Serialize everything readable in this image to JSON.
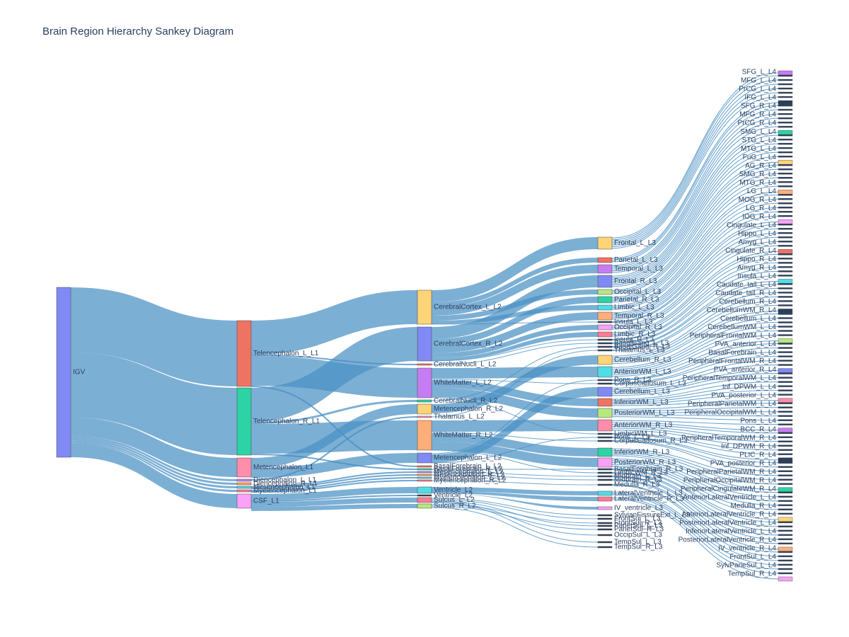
{
  "title": "Brain Region Hierarchy Sankey Diagram",
  "chart_data": {
    "type": "sankey",
    "link_color": "#4a90c4",
    "root": "IGV",
    "levels": [
      {
        "name": "IGV",
        "value": 100,
        "color": "#8089f4"
      },
      {
        "name": "Telencephalon_L_L1",
        "value": 38,
        "color": "#ef7363"
      },
      {
        "name": "Telencephalon_R_L1",
        "value": 38,
        "color": "#2dd3a5"
      },
      {
        "name": "Metencephalon_L1",
        "value": 11,
        "color": "#ff8dab"
      },
      {
        "name": "Diencephalon_L_L1",
        "value": 1.2,
        "color": "#c67cf2"
      },
      {
        "name": "Diencephalon_R_L1",
        "value": 1.2,
        "color": "#ffa25c"
      },
      {
        "name": "Mesencephalon_L1",
        "value": 1.0,
        "color": "#5bcfe6"
      },
      {
        "name": "Myelencephalon_L1",
        "value": 0.8,
        "color": "#ff7b91"
      },
      {
        "name": "CSF_L1",
        "value": 8,
        "color": "#f9a2f7"
      }
    ],
    "nodes_l1_to_l2": [
      {
        "name": "CerebralCortex_L_L2",
        "parent": "Telencephalon_L_L1",
        "value": 20,
        "color": "#fdd477"
      },
      {
        "name": "CerebralCortex_R_L2",
        "parent": "Telencephalon_R_L1",
        "value": 20,
        "color": "#8089f4"
      },
      {
        "name": "CerebralNucli_L_L2",
        "parent": "Telencephalon_L_L1",
        "value": 1.5,
        "color": "#ef7363"
      },
      {
        "name": "WhiteMatter_L_L2",
        "parent": "Telencephalon_L_L1",
        "value": 17.5,
        "color": "#c67cf2"
      },
      {
        "name": "CerebralNucli_R_L2",
        "parent": "Telencephalon_R_L1",
        "value": 1.5,
        "color": "#2dd3a5"
      },
      {
        "name": "Metencephalon_R_L2",
        "parent": "Metencephalon_L1",
        "value": 5.5,
        "color": "#fdd477"
      },
      {
        "name": "Thalamus_L_L2",
        "parent": "Diencephalon_L_L1",
        "value": 0.6,
        "color": "#ff8dab"
      },
      {
        "name": "WhiteMatter_R_L2",
        "parent": "Telencephalon_R_L1",
        "value": 17.5,
        "color": "#ffae7a"
      },
      {
        "name": "Metencephalon_L_L2",
        "parent": "Metencephalon_L1",
        "value": 5.5,
        "color": "#8089f4"
      },
      {
        "name": "BasalForebrain_L_L2",
        "parent": "Telencephalon_L_L1",
        "value": 0.4,
        "color": "#ef7363"
      },
      {
        "name": "BasalForebrain_R_L2",
        "parent": "Telencephalon_R_L1",
        "value": 0.4,
        "color": "#2dd3a5"
      },
      {
        "name": "Mesencephalon_L_L2",
        "parent": "Mesencephalon_L1",
        "value": 0.5,
        "color": "#c67cf2"
      },
      {
        "name": "Mesencephalon_R_L2",
        "parent": "Mesencephalon_L1",
        "value": 0.5,
        "color": "#ffa25c"
      },
      {
        "name": "Myelencephalon_L_L2",
        "parent": "Myelencephalon_L1",
        "value": 0.4,
        "color": "#5bcfe6"
      },
      {
        "name": "Myelencephalon_R_L2",
        "parent": "Myelencephalon_L1",
        "value": 0.4,
        "color": "#ff7b91"
      },
      {
        "name": "Ventricle_L2",
        "parent": "CSF_L1",
        "value": 3,
        "color": "#4fdde8"
      },
      {
        "name": "Ventricle_L2",
        "parent": "CSF_L1",
        "value": 0.4,
        "color": "#2a3f5f"
      },
      {
        "name": "Sulcus_L_L2",
        "parent": "CSF_L1",
        "value": 2,
        "color": "#ff7b91"
      },
      {
        "name": "Sulcus_R_L2",
        "parent": "CSF_L1",
        "value": 2,
        "color": "#b6e880"
      }
    ],
    "nodes_l3": [
      {
        "name": "Frontal_L_L3",
        "color": "#fdd477"
      },
      {
        "name": "Parietal_L_L3",
        "color": "#ef7363"
      },
      {
        "name": "Temporal_L_L3",
        "color": "#c67cf2"
      },
      {
        "name": "Frontal_R_L3",
        "color": "#8089f4"
      },
      {
        "name": "Occipital_L_L3",
        "color": "#b6e880"
      },
      {
        "name": "Parietal_R_L3",
        "color": "#2dd3a5"
      },
      {
        "name": "Limbic_L_L3",
        "color": "#4fdde8"
      },
      {
        "name": "Temporal_R_L3",
        "color": "#ffae7a"
      },
      {
        "name": "Insula_L_L3",
        "color": "#2a3f5f"
      },
      {
        "name": "Occipital_R_L3",
        "color": "#f9a2f7"
      },
      {
        "name": "Limbic_R_L3",
        "color": "#ff7b91"
      },
      {
        "name": "Insula_R_L3",
        "color": "#2a3f5f"
      },
      {
        "name": "BasalGang_L_L3",
        "color": "#2a3f5f"
      },
      {
        "name": "BasalGang_R_L3",
        "color": "#2a3f5f"
      },
      {
        "name": "Thalamus_L_L3",
        "color": "#2a3f5f"
      },
      {
        "name": "Cerebellum_R_L3",
        "color": "#fdd477"
      },
      {
        "name": "AnteriorWM_L_L3",
        "color": "#4fdde8"
      },
      {
        "name": "Pons_R_L3",
        "color": "#2a3f5f"
      },
      {
        "name": "CorpusCallosum_L_L3",
        "color": "#2a3f5f"
      },
      {
        "name": "Cerebellum_L_L3",
        "color": "#8089f4"
      },
      {
        "name": "InferiorWM_L_L3",
        "color": "#ef7363"
      },
      {
        "name": "PosteriorWM_L_L3",
        "color": "#b6e880"
      },
      {
        "name": "AnteriorWM_R_L3",
        "color": "#ff8dab"
      },
      {
        "name": "LimbicWM_L_L3",
        "color": "#2a3f5f"
      },
      {
        "name": "Pons_L_L3",
        "color": "#2a3f5f"
      },
      {
        "name": "CorpusCallosum_R_L3",
        "color": "#2a3f5f"
      },
      {
        "name": "InferiorWM_R_L3",
        "color": "#2dd3a5"
      },
      {
        "name": "PosteriorWM_R_L3",
        "color": "#f9a2f7"
      },
      {
        "name": "BasalForebrain_R_L3",
        "color": "#2a3f5f"
      },
      {
        "name": "LimbicWM_R_L3",
        "color": "#2a3f5f"
      },
      {
        "name": "Midbrain_L_L3",
        "color": "#2a3f5f"
      },
      {
        "name": "Midbrain_R_L3",
        "color": "#2a3f5f"
      },
      {
        "name": "Medulla_R_L3",
        "color": "#2a3f5f"
      },
      {
        "name": "LateralVentricle_L_L3",
        "color": "#4fdde8"
      },
      {
        "name": "LateralVentricle_R_L3",
        "color": "#ff7b91"
      },
      {
        "name": "IV_ventricle_L3",
        "color": "#f9a2f7"
      },
      {
        "name": "SylvianFissureExt_L_L3",
        "color": "#2a3f5f"
      },
      {
        "name": "FrontSul_L_L3",
        "color": "#2a3f5f"
      },
      {
        "name": "FrontSul_R_L3",
        "color": "#2a3f5f"
      },
      {
        "name": "ParietSul_L_L3",
        "color": "#2a3f5f"
      },
      {
        "name": "ParietSul_R_L3",
        "color": "#2a3f5f"
      },
      {
        "name": "OccipSul_L_L3",
        "color": "#2a3f5f"
      },
      {
        "name": "TempSul_L_L3",
        "color": "#2a3f5f"
      },
      {
        "name": "TempSul_R_L3",
        "color": "#2a3f5f"
      }
    ],
    "nodes_l4_labels": [
      "SFG_L_L4",
      "MFG_L_L4",
      "PrCG_L_L4",
      "IFG_L_L4",
      "SFG_R_L4",
      "MFG_R_L4",
      "PrCG_R_L4",
      "SMG_L_L4",
      "STG_L_L4",
      "MTG_L_L4",
      "FuG_L_L4",
      "AG_R_L4",
      "SMG_R_L4",
      "MTG_R_L4",
      "LG_L_L4",
      "MOG_R_L4",
      "LG_R_L4",
      "IOG_R_L4",
      "Cingulate_L_L4",
      "Hippo_L_L4",
      "Amyg_L_L4",
      "Cingulate_R_L4",
      "Hippo_R_L4",
      "Amyg_R_L4",
      "Insula_L_L4",
      "Caudate_tail_L_L4",
      "Caudate_tail_R_L4",
      "Cerebellum_R_L4",
      "CerebellumWM_R_L4",
      "Cerebellum_L_L4",
      "CerebellumWM_L_L4",
      "PeripheralFrontalWM_L_L4",
      "PVA_anterior_L_L4",
      "BasalForebrain_L_L4",
      "PeripheralFrontalWM_R_L4",
      "PVA_anterior_R_L4",
      "PeripheralTemporalWM_L_L4",
      "Inf_DPWM_L_L4",
      "PVA_posterior_L_L4",
      "PeripheralParietalWM_L_L4",
      "PeripheralOccipitalWM_L_L4",
      "Pons_L_L4",
      "BCC_R_L4",
      "PeripheralTemporalWM_R_L4",
      "Inf_DPWM_R_L4",
      "PLIC_R_L4",
      "PVA_posterior_R_L4",
      "PeripheralParietalWM_R_L4",
      "PeripheralOccipitalWM_R_L4",
      "PeripheralCingulateWM_R_L4",
      "AnteriorLateralVentricle_L_L4",
      "Medulla_R_L4",
      "AnteriorLateralVentricle_R_L4",
      "PosteriorLateralVentricle_L_L4",
      "InferiorLateralVentricle_L_L4",
      "PosteriorLateralVentricle_R_L4",
      "IV_ventricle_R_L4",
      "FrontSul_L_L4",
      "SylvParieSul_L_L4",
      "TempSul_R_L4"
    ]
  }
}
